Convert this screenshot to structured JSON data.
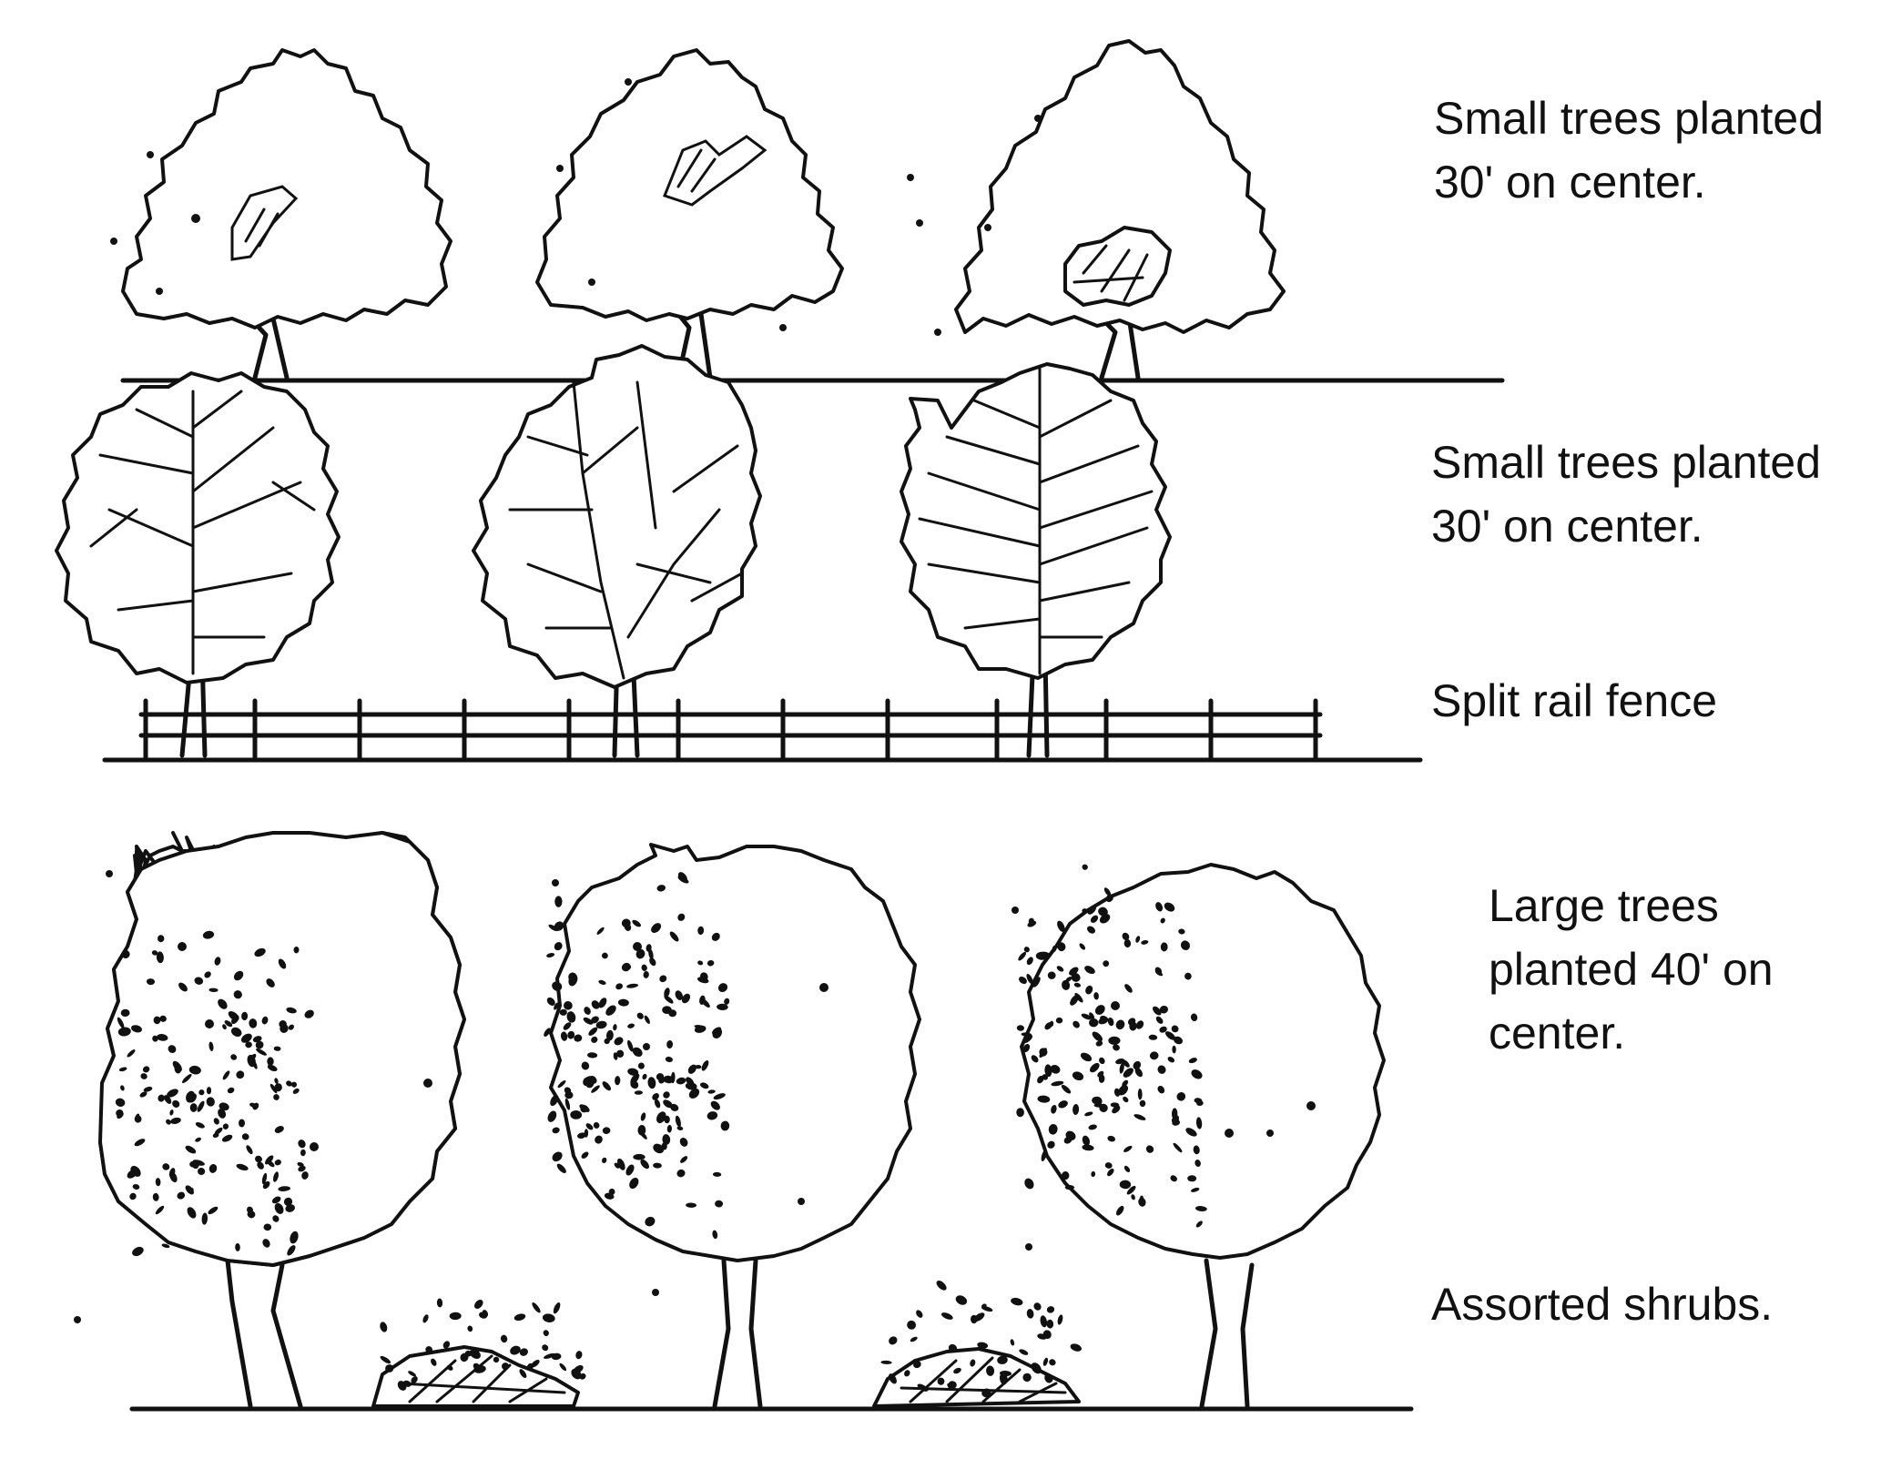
{
  "rows": [
    {
      "label_lines": [
        "Small trees planted",
        "30' on center."
      ],
      "tree_style": "triangular-canopy",
      "tree_count": 3
    },
    {
      "label_lines": [
        "Small trees planted",
        "30' on center."
      ],
      "tree_style": "round-branching-canopy",
      "tree_count": 3
    },
    {
      "label_lines": [
        "Split rail fence"
      ],
      "element": "split-rail-fence"
    },
    {
      "label_lines": [
        "Large trees",
        "planted 40' on",
        "center."
      ],
      "tree_style": "large-round-canopy",
      "tree_count": 3
    },
    {
      "label_lines": [
        "Assorted shrubs."
      ],
      "element": "shrubs",
      "shrub_count": 2
    }
  ],
  "colors": {
    "ink": "#111111",
    "background": "#ffffff"
  }
}
